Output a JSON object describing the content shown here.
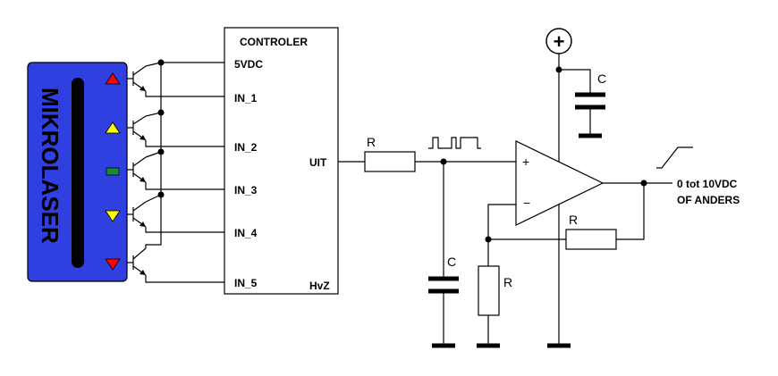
{
  "module": {
    "name": "MIKROLASER",
    "color": "#2f3fe0",
    "indicators": [
      {
        "shape": "triangle-up",
        "color": "#ff0000"
      },
      {
        "shape": "triangle-up",
        "color": "#ffff00"
      },
      {
        "shape": "rectangle",
        "color": "#1a8a3a"
      },
      {
        "shape": "triangle-down",
        "color": "#ffff00"
      },
      {
        "shape": "triangle-down",
        "color": "#ff0000"
      }
    ]
  },
  "controller": {
    "title": "CONTROLER",
    "power_pin": "5VDC",
    "inputs": [
      "IN_1",
      "IN_2",
      "IN_3",
      "IN_4",
      "IN_5"
    ],
    "output_pin": "UIT",
    "signature": "HvZ"
  },
  "components": {
    "resistor": "R",
    "capacitor": "C",
    "supply_symbol": "+",
    "opamp_plus": "+",
    "opamp_minus": "−"
  },
  "output": {
    "line1": "0 tot 10VDC",
    "line2": "OF ANDERS"
  }
}
